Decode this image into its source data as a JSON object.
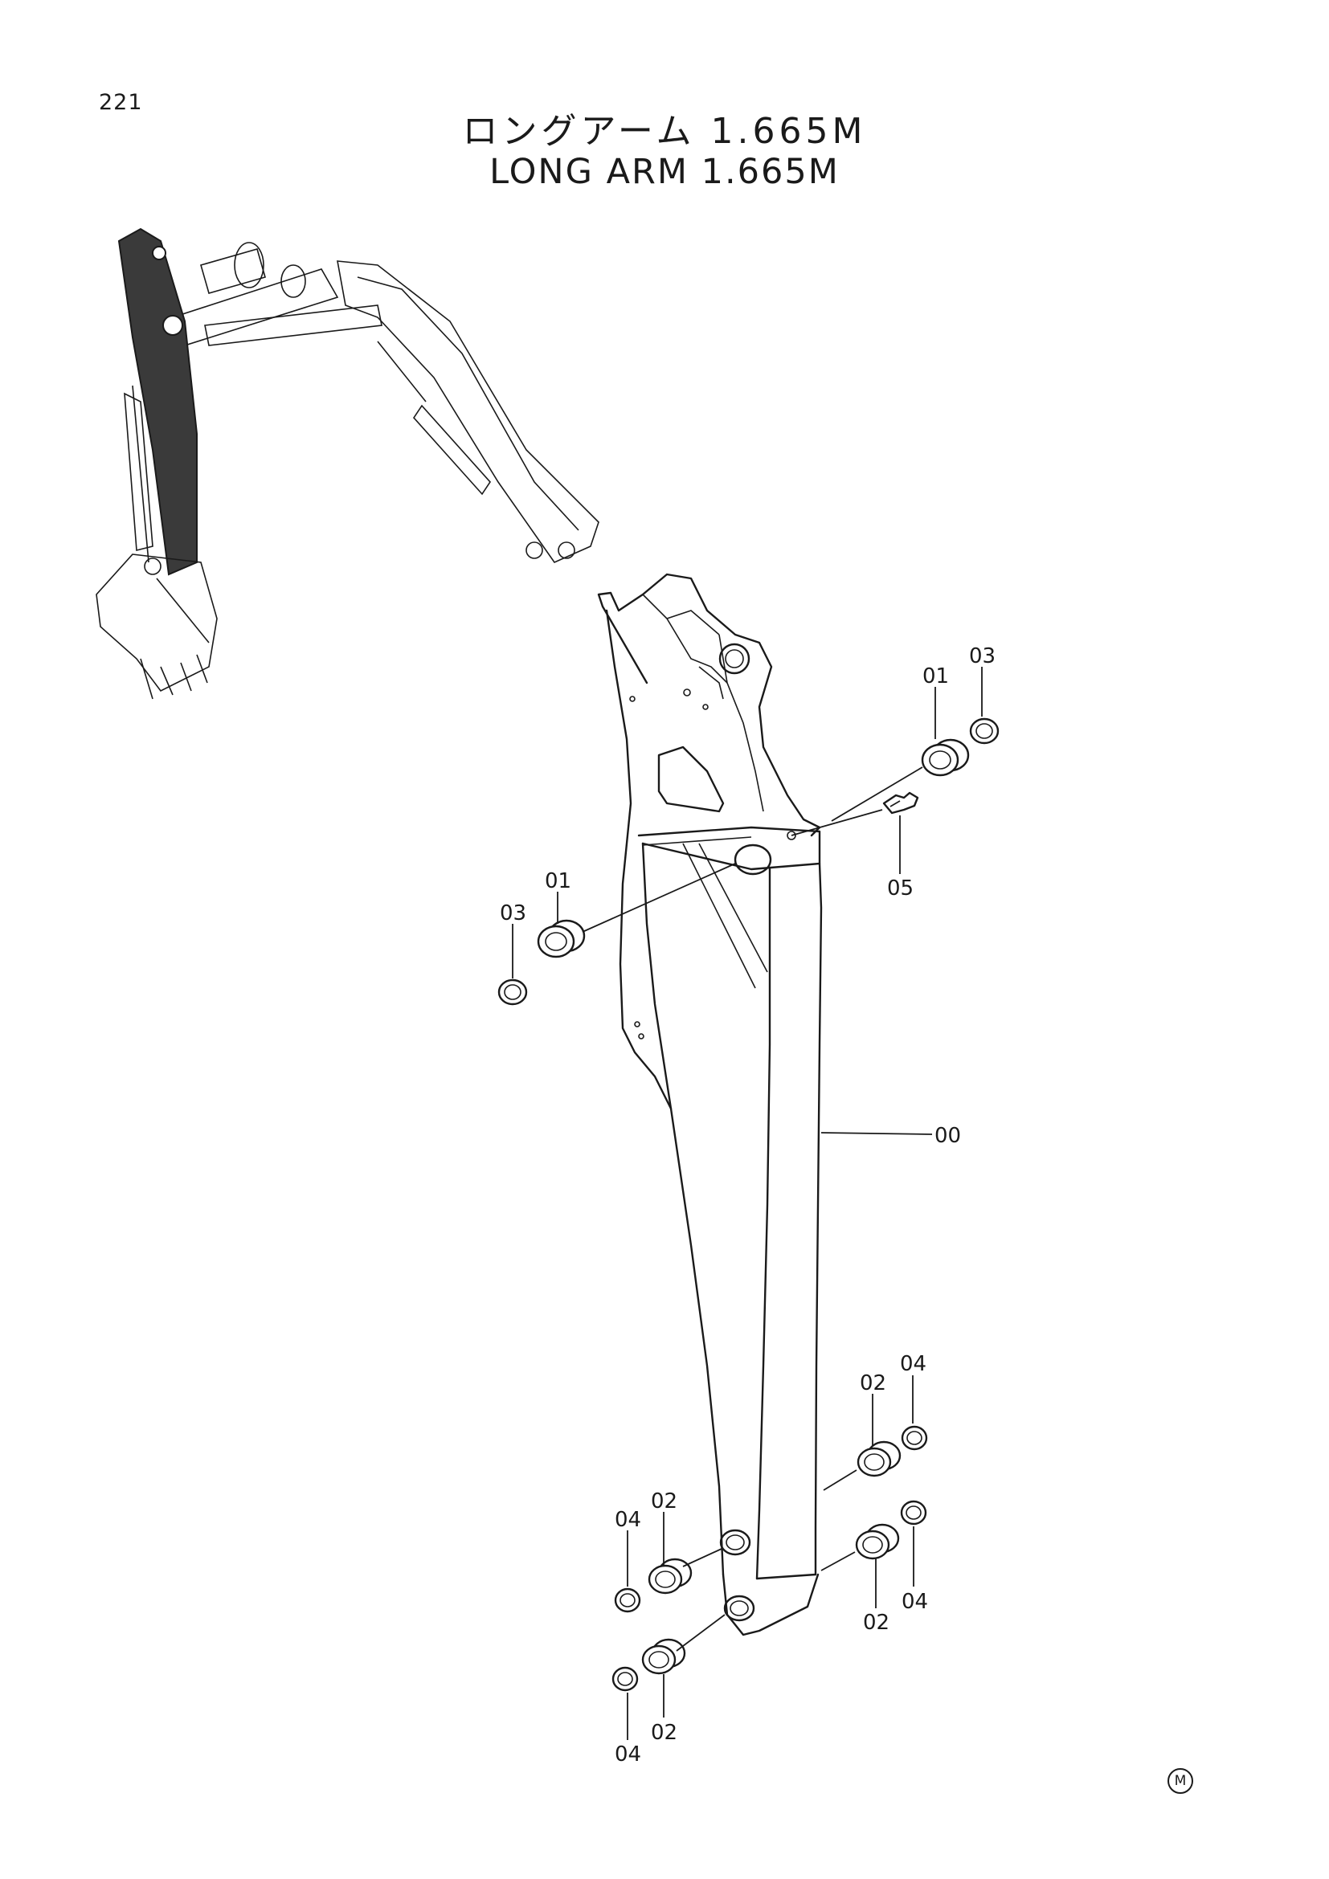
{
  "page": {
    "number": "221",
    "title_jp": "ロングアーム 1.665M",
    "title_en": "LONG ARM 1.665M",
    "corner_mark": "M"
  },
  "callouts": {
    "c00": "00",
    "c01a": "01",
    "c01b": "01",
    "c02a": "02",
    "c02b": "02",
    "c02c": "02",
    "c02d": "02",
    "c03a": "03",
    "c03b": "03",
    "c04a": "04",
    "c04b": "04",
    "c04c": "04",
    "c04d": "04",
    "c05": "05"
  }
}
